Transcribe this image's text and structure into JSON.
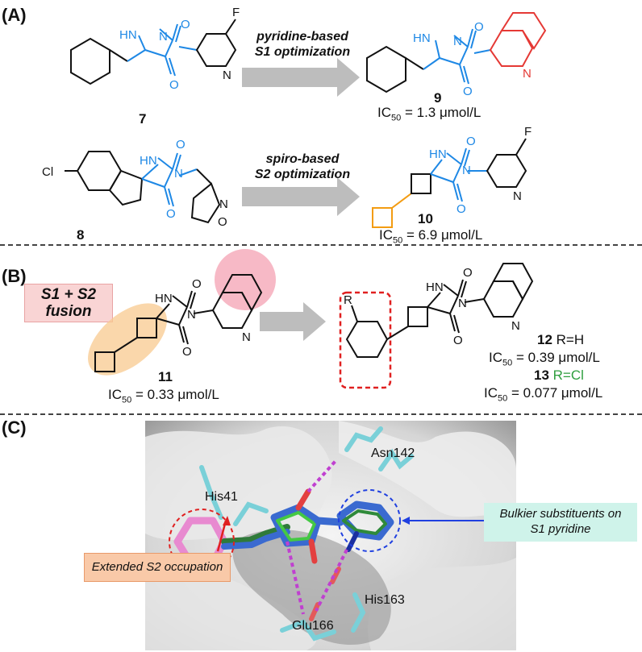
{
  "panels": {
    "a_label": "(A)",
    "b_label": "(B)",
    "c_label": "(C)"
  },
  "panel_a": {
    "arrow1_line1": "pyridine-based",
    "arrow1_line2": "S1 optimization",
    "arrow2_line1": "spiro-based",
    "arrow2_line2": "S2 optimization",
    "cmpd7": "7",
    "cmpd8": "8",
    "cmpd9": "9",
    "cmpd10": "10",
    "ic9": "IC50 = 1.3 μmol/L",
    "ic10": "IC50 = 6.9 μmol/L",
    "atoms": {
      "F": "F",
      "HN": "HN",
      "N": "N",
      "O": "O",
      "Cl": "Cl"
    }
  },
  "panel_b": {
    "fusion_line1": "S1 + S2",
    "fusion_line2": "fusion",
    "cmpd11": "11",
    "ic11": "IC50 = 0.33 μmol/L",
    "cmpd12": "12",
    "r12": "R=H",
    "ic12": "IC50 = 0.39 μmol/L",
    "cmpd13": "13",
    "r13": "R=Cl",
    "ic13": "IC50 = 0.077 μmol/L",
    "R": "R"
  },
  "panel_c": {
    "asn": "Asn142",
    "his41": "His41",
    "his163": "His163",
    "glu": "Glu166",
    "callout_s1_line1": "Bulkier substituents on",
    "callout_s1_line2": "S1 pyridine",
    "callout_s2": "Extended S2 occupation"
  },
  "colors": {
    "core_blue": "#1e88e5",
    "isoquinoline_red": "#e53935",
    "cyclobutyl_orange": "#f39c12",
    "r13_green": "#2e9e3e",
    "arrow_grey": "#bdbdbd",
    "fusion_pink": "#f9d4d4",
    "callout_teal": "#cff3ea",
    "callout_orange": "#f9c9a8"
  }
}
